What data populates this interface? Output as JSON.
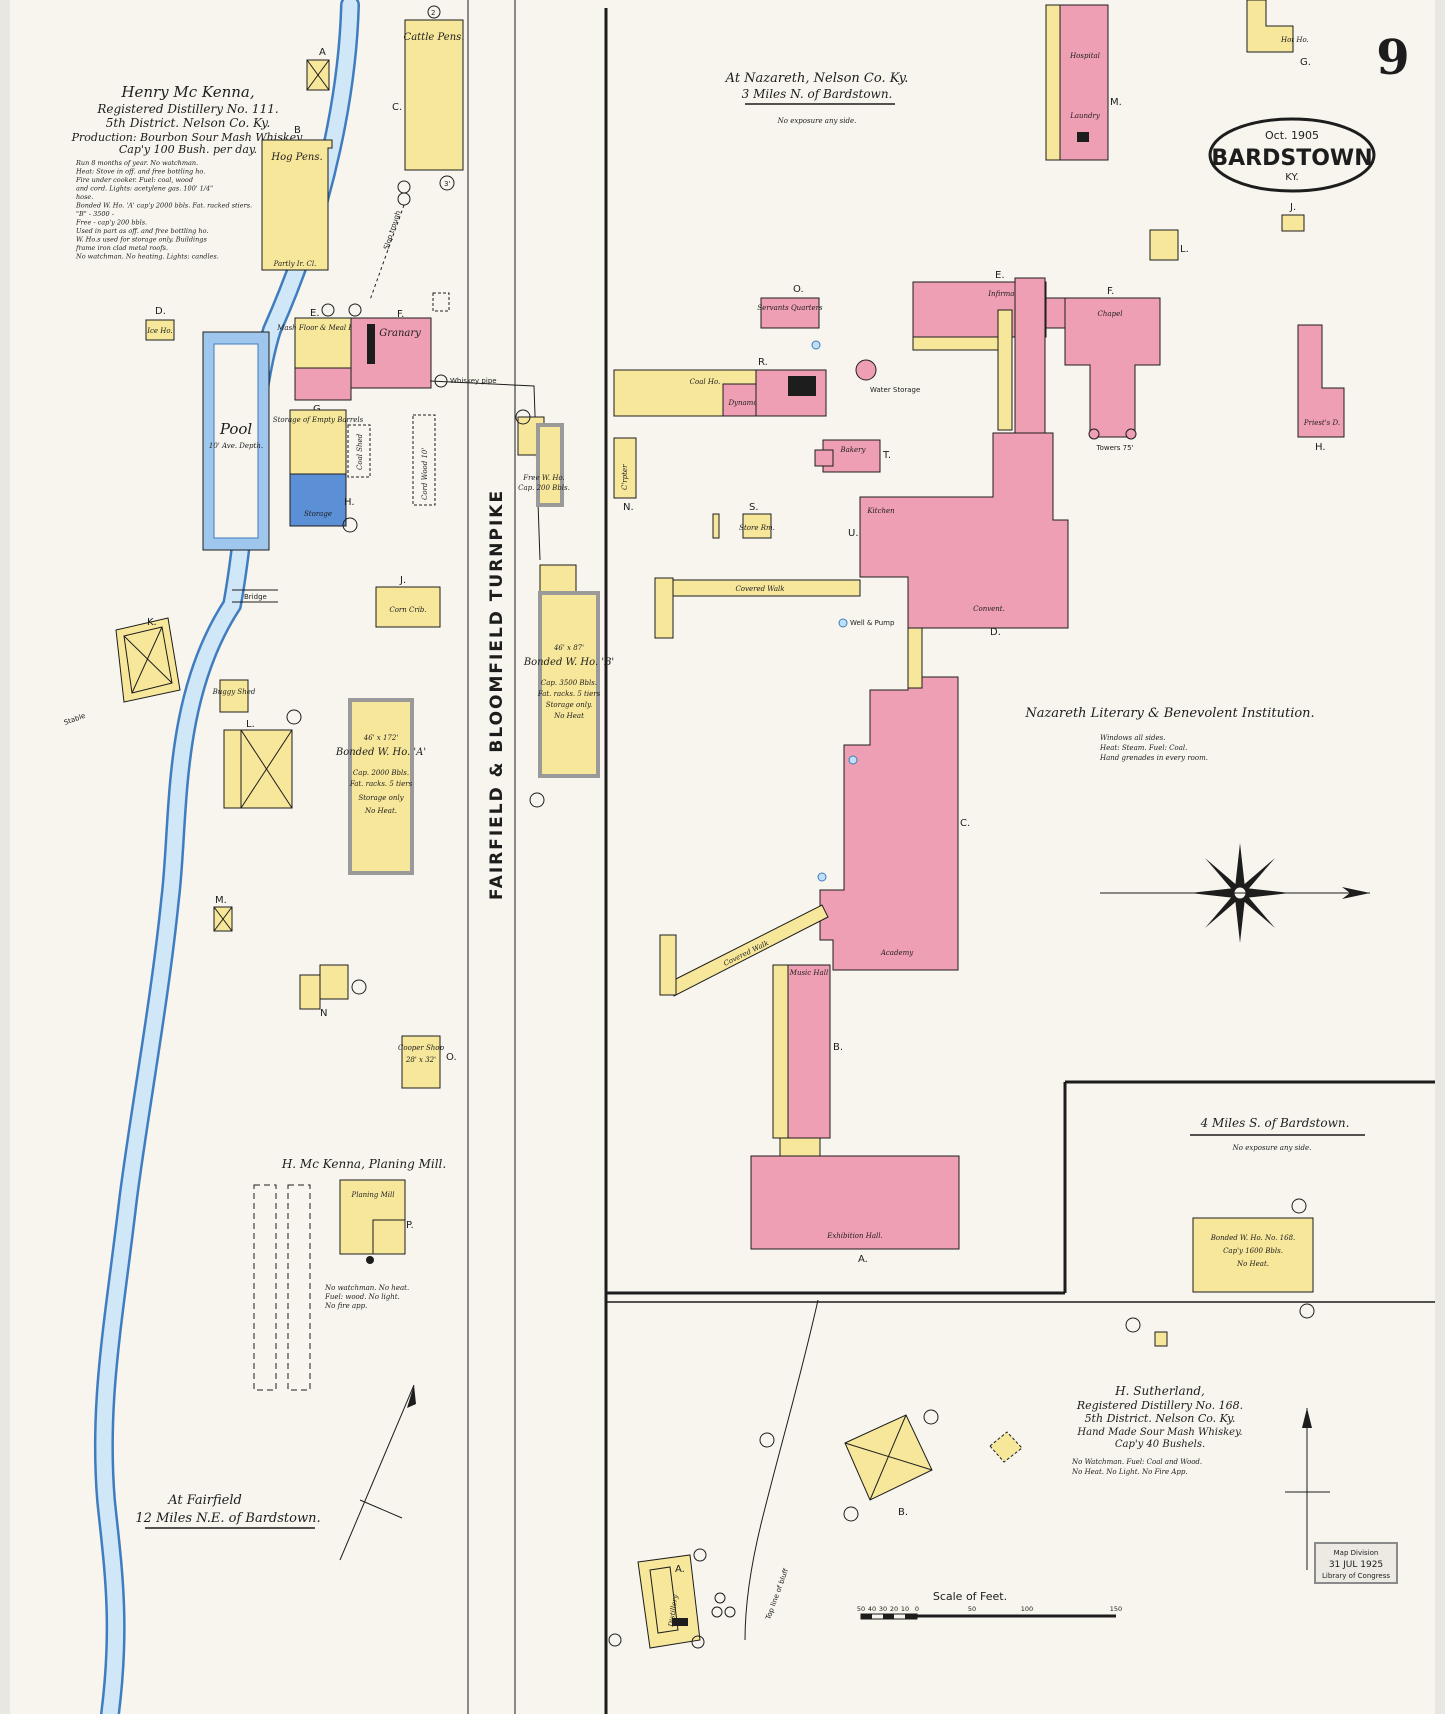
{
  "sheet": {
    "number": "9",
    "town": "BARDSTOWN",
    "state": "KY.",
    "date": "Oct. 1905"
  },
  "colors": {
    "frame_dwelling": "#f7e79b",
    "brick": "#ef9fb3",
    "stone_concrete": "#5b8fd6",
    "iron_clad": "#9a9a9a",
    "water": "#bfe0f4",
    "water_edge": "#3f7cc0",
    "paper": "#f7f5ee",
    "ink": "#1d1d1d"
  },
  "roads": {
    "turnpike": "FAIRFIELD & BLOOMFIELD TURNPIKE"
  },
  "mckenna": {
    "title": "Henry Mc Kenna,",
    "line1": "Registered Distillery No. 111.",
    "line2": "5th District. Nelson Co. Ky.",
    "line3": "Production: Bourbon Sour Mash Whiskey.",
    "line4": "Cap'y 100 Bush. per day.",
    "notes": [
      "Run 8 months of year. No watchman.",
      "Heat: Stove in off. and free bottling ho.",
      "Fire under cooker. Fuel: coal, wood",
      "and cord. Lights: acetylene gas. 100' 1/4\"",
      "hose.",
      "Bonded W. Ho. 'A' cap'y 2000 bbls. Fat. racked stiers.",
      "\"B\" - 3500 -",
      "Free - cap'y 200 bbls.",
      "Used in part as off. and free bottling ho.",
      "W. Ho.s used for storage only. Buildings",
      "frame iron clad metal roofs.",
      "No watchman. No heating. Lights: candles."
    ],
    "pool": "Pool",
    "pool_depth": "10' Ave. Depth.",
    "cattle_pens": "Cattle Pens.",
    "hog_pens": "Hog Pens.",
    "partly_ir_cl": "Partly Ir. Cl.",
    "ice_ho": "Ice Ho.",
    "granary": "Granary",
    "mash_floor": "Mash Floor & Meal Room",
    "storage_empty": "Storage of Empty Barrels",
    "storage": "Storage",
    "coal_shed": "Coal Shed",
    "cord_wood": "Cord Wood 10'",
    "corn_crib": "Corn Crib.",
    "buggy_shed": "Buggy Shed",
    "bonded_a_title": "Bonded W. Ho. 'A'",
    "bonded_a_dims": "46' x 172'",
    "bonded_a_cap": "Cap. 2000 Bbls.",
    "bonded_a_racks": "Fat. racks. 5 tiers",
    "bonded_a_use": "Storage only",
    "bonded_a_heat": "No Heat.",
    "free_who": "Free W. Ho.",
    "free_cap": "Cap. 200 Bbls.",
    "bonded_b_title": "Bonded W. Ho. 'B'",
    "bonded_b_dims": "46' x 87'",
    "bonded_b_cap": "Cap. 3500 Bbls.",
    "bonded_b_racks": "Fat. racks. 5 tiers",
    "bonded_b_use": "Storage only.",
    "bonded_b_heat": "No Heat",
    "cooper_shop": "Cooper Shop",
    "cooper_dims": "28' x 32'",
    "planing_title": "H. Mc Kenna, Planing Mill.",
    "planing_mill": "Planing Mill",
    "planing_notes": [
      "No watchman. No heat.",
      "Fuel: wood. No light.",
      "No fire app."
    ],
    "bridge": "Bridge",
    "slop_trough": "Slop trough",
    "whiskey_pipe": "Whiskey pipe",
    "stable": "Stable",
    "fairfield_title": "At Fairfield",
    "fairfield_sub": "12 Miles N.E. of Bardstown."
  },
  "nazareth": {
    "title": "At Nazareth, Nelson Co. Ky.",
    "sub": "3 Miles N. of Bardstown.",
    "exposure": "No exposure any side.",
    "institution": "Nazareth Literary & Benevolent Institution.",
    "notes": [
      "Windows all sides.",
      "Heat: Steam. Fuel: Coal.",
      "Hand grenades in every room."
    ],
    "infirmary": "Infirmary",
    "chapel": "Chapel",
    "convent": "Convent.",
    "academy": "Academy",
    "music_hall": "Music Hall",
    "exhibition_hall": "Exhibition Hall.",
    "kitchen": "Kitchen",
    "covered_walk": "Covered Walk",
    "coal_ho": "Coal Ho.",
    "servants_quarters": "Servants Quarters",
    "dynamo": "Dynamo",
    "bakery": "Bakery",
    "store_rm": "Store Rm.",
    "carpenter": "C'rpter",
    "hospital": "Hospital",
    "laundry": "Laundry",
    "hot_ho": "Hot Ho.",
    "priests_d": "Priest's D.",
    "well_pump": "Well & Pump",
    "water_storage": "Water Storage",
    "towers": "Towers 75'"
  },
  "sutherland": {
    "distance": "4 Miles S. of Bardstown.",
    "exposure": "No exposure any side.",
    "bonded": "Bonded W. Ho. No. 168.",
    "bonded_cap": "Cap'y 1600 Bbls.",
    "bonded_heat": "No Heat.",
    "title": "H. Sutherland,",
    "line1": "Registered Distillery No. 168.",
    "line2": "5th District. Nelson Co. Ky.",
    "line3": "Hand Made Sour Mash Whiskey.",
    "line4": "Cap'y 40 Bushels.",
    "notes": [
      "No Watchman. Fuel: Coal and Wood.",
      "No Heat. No Light. No Fire App."
    ],
    "distillery": "Distillery",
    "line_of_bluff": "Top line of bluff"
  },
  "scale": {
    "label": "Scale of Feet.",
    "ticks": [
      "50",
      "40",
      "30",
      "20",
      "10",
      "0",
      "50",
      "100",
      "150"
    ]
  },
  "stamp": {
    "line1": "Map Division",
    "line2": "31 JUL 1925",
    "line3": "Library of Congress"
  }
}
